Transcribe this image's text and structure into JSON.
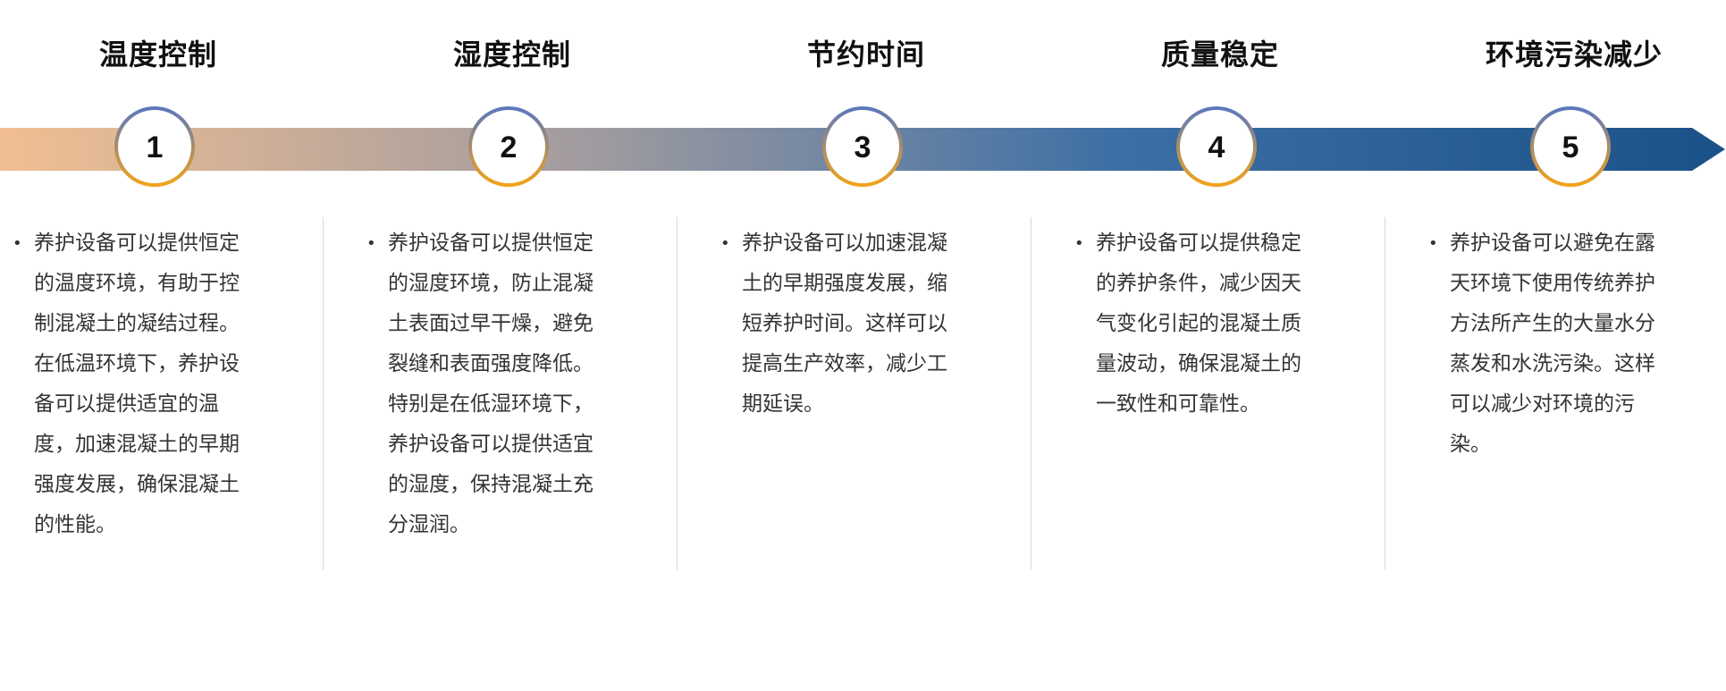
{
  "colors": {
    "arrow_start": "#F1BF92",
    "arrow_end": "#1B5189",
    "ring_top": "#5B78BC",
    "ring_bottom": "#F2A31B",
    "divider": "#D9D9D9"
  },
  "steps": [
    {
      "number": "1",
      "title": "温度控制",
      "description": "养护设备可以提供恒定的温度环境，有助于控制混凝土的凝结过程。在低温环境下，养护设备可以提供适宜的温度，加速混凝土的早期强度发展，确保混凝土的性能。"
    },
    {
      "number": "2",
      "title": "湿度控制",
      "description": "养护设备可以提供恒定的湿度环境，防止混凝土表面过早干燥，避免裂缝和表面强度降低。特别是在低湿环境下，养护设备可以提供适宜的湿度，保持混凝土充分湿润。"
    },
    {
      "number": "3",
      "title": "节约时间",
      "description": "养护设备可以加速混凝土的早期强度发展，缩短养护时间。这样可以提高生产效率，减少工期延误。"
    },
    {
      "number": "4",
      "title": "质量稳定",
      "description": "养护设备可以提供稳定的养护条件，减少因天气变化引起的混凝土质量波动，确保混凝土的一致性和可靠性。"
    },
    {
      "number": "5",
      "title": "环境污染减少",
      "description": "养护设备可以避免在露天环境下使用传统养护方法所产生的大量水分蒸发和水洗污染。这样可以减少对环境的污染。"
    }
  ]
}
